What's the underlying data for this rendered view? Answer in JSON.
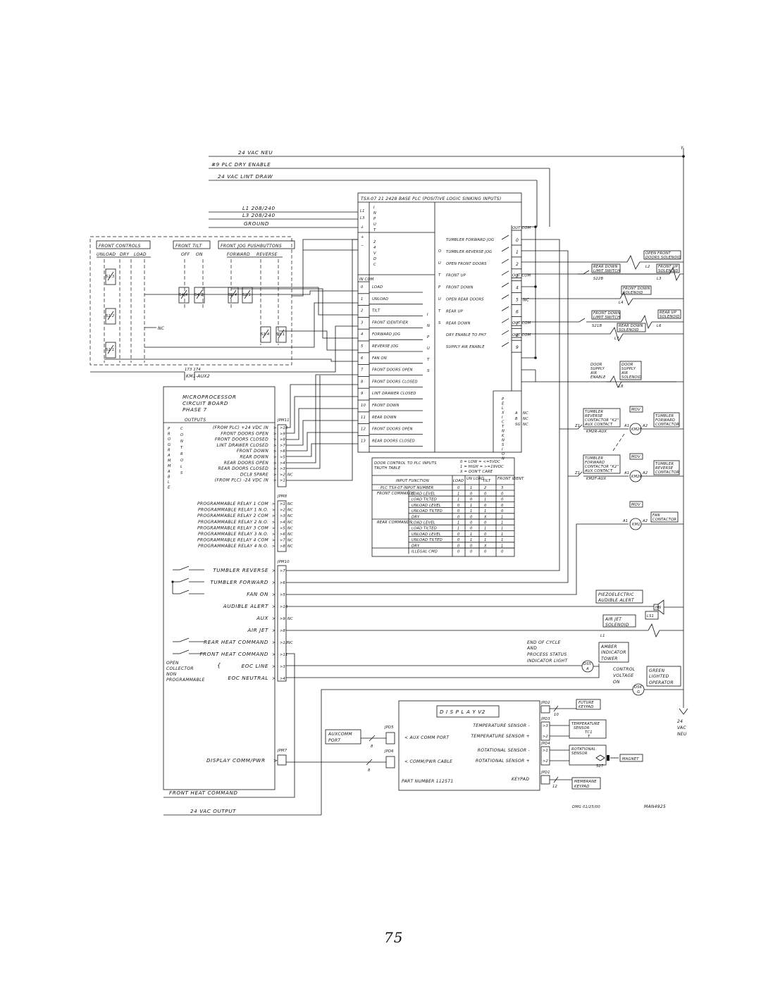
{
  "page_number": "75",
  "bus": {
    "neu": "24 VAC NEU",
    "dry_enable": "#9 PLC DRY ENABLE",
    "lint_draw": "24 VAC LINT DRAW",
    "l1": "L1 208/240",
    "l3": "L3 208/240",
    "ground": "GROUND",
    "right_neu": [
      "24",
      "VAC",
      "NEU"
    ]
  },
  "plc": {
    "title": "TSX-07 21 2428  BASE PLC (POSITIVE LOGIC SINKING INPUTS)",
    "power_pins": [
      "L1",
      "L3",
      "⏚"
    ],
    "power_label": [
      "I",
      "N",
      "P",
      "U",
      "T"
    ],
    "vdc_label": [
      "2",
      "4",
      "V",
      "D",
      "C"
    ],
    "in_com": "IN COM",
    "inputs_label": [
      "I",
      "N",
      "P",
      "U",
      "T",
      "S"
    ],
    "outputs_label": [
      "O",
      "U",
      "T",
      "P",
      "U",
      "T",
      "S"
    ],
    "inputs": [
      {
        "n": "0",
        "label": "LOAD"
      },
      {
        "n": "1",
        "label": "UNLOAD"
      },
      {
        "n": "2",
        "label": "TILT"
      },
      {
        "n": "3",
        "label": "FRONT IDENTIFIER"
      },
      {
        "n": "4",
        "label": "FORWARD JOG"
      },
      {
        "n": "5",
        "label": "REVERSE JOG"
      },
      {
        "n": "6",
        "label": "FAN ON"
      },
      {
        "n": "7",
        "label": "FRONT DOORS OPEN"
      },
      {
        "n": "8",
        "label": "FRONT DOORS CLOSED"
      },
      {
        "n": "9",
        "label": "LINT DRAWER CLOSED"
      },
      {
        "n": "10",
        "label": "FRONT DOWN"
      },
      {
        "n": "11",
        "label": "REAR DOWN"
      },
      {
        "n": "12",
        "label": "FRONT DOORS OPEN"
      },
      {
        "n": "13",
        "label": "REAR DOORS CLOSED"
      }
    ],
    "outputs": [
      {
        "n": "0",
        "label": "TUMBLER FORWARD JOG",
        "com": "OUT COM"
      },
      {
        "n": "1",
        "label": "TUMBLER REVERSE JOG"
      },
      {
        "n": "2",
        "label": "OPEN FRONT DOORS"
      },
      {
        "n": "3",
        "label": "FRONT UP"
      },
      {
        "n": "4",
        "label": "FRONT DOWN",
        "com": "OUT COM"
      },
      {
        "n": "5",
        "label": "OPEN REAR DOORS",
        "nc": "NC"
      },
      {
        "n": "6",
        "label": "REAR UP"
      },
      {
        "n": "7",
        "label": "REAR DOWN"
      },
      {
        "n": "8",
        "label": "DRY ENABLE TO PH7",
        "com": "OUT COM"
      },
      {
        "n": "9",
        "label": "SUPPLY AIR ENABLE",
        "com": "OUT COM"
      }
    ],
    "extension_label": [
      "P",
      "E",
      "L",
      "X",
      "I",
      "C",
      "T",
      "N",
      "K",
      "N",
      "S",
      "I",
      "O",
      "N"
    ],
    "extension_pins": [
      {
        "pin": "A",
        "nc": "NC"
      },
      {
        "pin": "B",
        "nc": "NC"
      },
      {
        "pin": "SG",
        "nc": "NC"
      }
    ]
  },
  "front_controls": {
    "front_controls": "FRONT CONTROLS",
    "front_tilt": "FRONT TILT",
    "jog": "FRONT JOG PUSHBUTTONS",
    "unload": "UNLOAD",
    "dry": "DRY",
    "load": "LOAD",
    "off": "OFF",
    "on": "ON",
    "forward": "FORWARD",
    "reverse": "REVERSE",
    "switches": [
      "S1.3",
      "S1.2",
      "S1.1",
      "S4.4",
      "S4.1",
      "S2.4",
      "S2.1",
      "S3.4",
      "S3.1"
    ],
    "nc": "NC",
    "aux_nums": "173   174",
    "aux": "KM1-AUX2"
  },
  "micro": {
    "title": [
      "MICROPROCESSOR",
      "CIRCUIT BOARD",
      "PHASE 7"
    ],
    "outputs_hdr": "OUTPUTS",
    "side_label": [
      "P",
      "R",
      "O",
      "G",
      "R",
      "A",
      "M",
      "M",
      "A",
      "B",
      "L",
      "E"
    ],
    "side_label2": [
      "C",
      "O",
      "N",
      "T",
      "R",
      "O",
      "L",
      "S"
    ],
    "jpm11": "JPM11",
    "jpm11_rows": [
      {
        "label": "(FROM PLC) +24 VDC IN",
        "pin": "10"
      },
      {
        "label": "FRONT DOORS OPEN",
        "pin": "9"
      },
      {
        "label": "FRONT DOORS CLOSED",
        "pin": "8"
      },
      {
        "label": "LINT DRAWER CLOSED",
        "pin": "7"
      },
      {
        "label": "FRONT DOWN",
        "pin": "6"
      },
      {
        "label": "REAR DOWN",
        "pin": "5"
      },
      {
        "label": "REAR DOORS OPEN",
        "pin": "4"
      },
      {
        "label": "REAR DOORS CLOSED",
        "pin": "3"
      },
      {
        "label": "DCL8 SPARE",
        "pin": "2",
        "nc": "NC"
      },
      {
        "label": "(FROM PLC) -24 VDC IN",
        "pin": "1"
      }
    ],
    "jpm8": "JPM8",
    "jpm8_rows": [
      {
        "label": "PROGRAMMABLE RELAY 1 COM",
        "pin": "1"
      },
      {
        "label": "PROGRAMMABLE RELAY 1 N.O.",
        "pin": "2"
      },
      {
        "label": "PROGRAMMABLE RELAY 2 COM",
        "pin": "3"
      },
      {
        "label": "PROGRAMMABLE RELAY 2 N.O.",
        "pin": "4"
      },
      {
        "label": "PROGRAMMABLE RELAY 3 COM",
        "pin": "5"
      },
      {
        "label": "PROGRAMMABLE RELAY 3 N.O.",
        "pin": "6"
      },
      {
        "label": "PROGRAMMABLE RELAY 4 COM",
        "pin": "7"
      },
      {
        "label": "PROGRAMMABLE RELAY 4 N.O.",
        "pin": "8"
      }
    ],
    "nc": "NC",
    "jpm10": "JPM10",
    "jpm10_rows": [
      {
        "label": "TUMBLER REVERSE",
        "pin": "7"
      },
      {
        "label": "TUMBLER FORWARD",
        "pin": "6"
      },
      {
        "label": "FAN ON",
        "pin": "5"
      },
      {
        "label": "AUDIBLE ALERT",
        "pin": "10"
      },
      {
        "label": "AUX",
        "pin": "9",
        "nc": "NC"
      },
      {
        "label": "AIR JET",
        "pin": "8"
      },
      {
        "label": "REAR HEAT COMMAND",
        "pin": "12",
        "nc": "NC"
      },
      {
        "label": "FRONT HEAT COMMAND",
        "pin": "11"
      },
      {
        "label": "EOC LINE",
        "pin": "3"
      },
      {
        "label": "EOC NEUTRAL",
        "pin": "4"
      }
    ],
    "open_collector": [
      "OPEN",
      "COLLECTOR",
      "NON",
      "PROGRAMMABLE"
    ],
    "jpm7": "JPM7",
    "display_comm": "DISPLAY COMM/PWR",
    "front_heat": "FRONT HEAT COMMAND",
    "vac_output": "24 VAC OUTPUT"
  },
  "truth_table": {
    "title": [
      "DOOR CONTROL TO PLC INPUTS",
      "TRUTH TABLE"
    ],
    "legend": [
      "0 = LOW  = <=5VDC",
      "1 = HIGH = >=19VDC",
      "X = DON'T CARE"
    ],
    "headers": [
      "INPUT FUNCTION",
      "LOAD",
      "UN LOAD",
      "TILT",
      "FRONT IDENT"
    ],
    "plc_row": {
      "label": "PLC TSX-07 INPUT NUMBER",
      "values": [
        "0",
        "1",
        "2",
        "3"
      ]
    },
    "groups": [
      {
        "name": "FRONT COMMANDS",
        "rows": [
          {
            "fn": "LOAD  LEVEL",
            "v": [
              "1",
              "0",
              "0",
              "0"
            ]
          },
          {
            "fn": "LOAD  TILTED",
            "v": [
              "1",
              "0",
              "1",
              "0"
            ]
          },
          {
            "fn": "UNLOAD LEVEL",
            "v": [
              "0",
              "1",
              "0",
              "0"
            ]
          },
          {
            "fn": "UNLOAD TILTED",
            "v": [
              "0",
              "1",
              "1",
              "0"
            ]
          },
          {
            "fn": "DRY",
            "v": [
              "0",
              "0",
              "X",
              "1"
            ]
          }
        ]
      },
      {
        "name": "REAR COMMANDS",
        "rows": [
          {
            "fn": "LOAD  LEVEL",
            "v": [
              "1",
              "0",
              "0",
              "1"
            ]
          },
          {
            "fn": "LOAD  TILTED",
            "v": [
              "1",
              "0",
              "1",
              "1"
            ]
          },
          {
            "fn": "UNLOAD LEVEL",
            "v": [
              "0",
              "1",
              "0",
              "1"
            ]
          },
          {
            "fn": "UNLOAD TILTED",
            "v": [
              "0",
              "1",
              "1",
              "1"
            ]
          },
          {
            "fn": "DRY",
            "v": [
              "0",
              "0",
              "X",
              "1"
            ]
          }
        ]
      }
    ],
    "illegal": {
      "fn": "ILLEGAL CMD",
      "v": [
        "0",
        "0",
        "0",
        "0"
      ]
    }
  },
  "right_side": {
    "open_front": [
      "OPEN FRONT",
      "DOORS SOLENOID"
    ],
    "rear_down_limit": [
      "REAR DOWN",
      "LIMIT SWITCH"
    ],
    "s22b": "S22B",
    "l2": "L2",
    "front_up": [
      "FRONT UP",
      "SOLENOID"
    ],
    "l3": "L3",
    "front_down_sol": [
      "FRONT DOWN",
      "SOLENOID"
    ],
    "l4": "L4",
    "front_down_limit": [
      "FRONT DOWN",
      "LIMIT SWITCH"
    ],
    "s21b": "S21B",
    "rear_up": [
      "REAR UP",
      "SOLENOID"
    ],
    "rear_down_sol": [
      "REAR DOWN",
      "SOLENOID"
    ],
    "l6": "L6",
    "l7": "L7",
    "door_supply_air": [
      "DOOR",
      "SUPPLY",
      "AIR",
      "ENABLE"
    ],
    "door_supply_sol": [
      "DOOR",
      "SUPPLY",
      "AIR",
      "SOLENOID"
    ],
    "l8": "L8",
    "rev_aux": [
      "TUMBLER",
      "REVERSE",
      "CONTACTOR \"K2\"",
      "AUX CONTACT"
    ],
    "km2r_aux": "KM2R-AUX",
    "mov": "MOV",
    "tumbler_fwd_con": [
      "TUMBLER",
      "FORWARD",
      "CONTACTOR"
    ],
    "km2f": "KM2F",
    "fwd_aux": [
      "TUMBLER",
      "FORWARD",
      "CONTACTOR \"K2\"",
      "AUX CONTACT"
    ],
    "km2f_aux": "KM2F-AUX",
    "km2r": "KM2R",
    "tumbler_rev_con": [
      "TUMBLER",
      "REVERSE",
      "CONTACTOR"
    ],
    "a1": "A1",
    "a2": "A2",
    "z1": "Z1",
    "km1": "KM1",
    "fan_contactor": [
      "FAN",
      "CONTACTOR"
    ],
    "piezo": [
      "PIEZOELECTRIC",
      "AUDIBLE ALERT"
    ],
    "hn": "HN",
    "ls1": "LS1",
    "air_jet": [
      "AIR JET",
      "SOLENOID"
    ],
    "l1": "L1",
    "eoc": [
      "END OF CYCLE",
      "AND",
      "PROCESS STATUS",
      "INDICATOR LIGHT"
    ],
    "amber": [
      "AMBER",
      "INDICATOR",
      "TOWER"
    ],
    "ds5": "DS5",
    "ds6": "DS6",
    "a": "A",
    "g": "G",
    "control_voltage": [
      "CONTROL",
      "VOLTAGE",
      "ON"
    ],
    "green_lighted": [
      "GREEN",
      "LIGHTED",
      "OPERATOR"
    ]
  },
  "display": {
    "title": "D I S P L A Y  V2",
    "aux_comm": [
      "AUXCOMM",
      "PORT"
    ],
    "jpd5": "JPD5",
    "jpd6": "JPD6",
    "jpd2": "JPD2",
    "jpd3": "JPD3",
    "jpd4": "JPD4",
    "jpd1": "JPD1",
    "aux_comm_port": "< AUX COMM PORT",
    "comm_pwr_cable": "< COMM/PWR CABLE",
    "rows": [
      "TEMPERATURE SENSOR  -",
      "TEMPERATURE SENSOR  +",
      "ROTATIONAL SENSOR  -",
      "ROTATIONAL SENSOR  +"
    ],
    "pins": [
      "3",
      "2",
      "1",
      "2"
    ],
    "part_number": "PART NUMBER 112571",
    "keypad": "KEYPAD",
    "future_keypad": [
      "FUTURE",
      "KEYPAD"
    ],
    "temp_sensor": [
      "TEMPERATURE",
      "SENSOR"
    ],
    "tc1": "TC1",
    "t": "T",
    "rot_sensor": [
      "ROTATIONAL",
      "SENSOR"
    ],
    "s27": "S27",
    "magnet": "MAGNET",
    "membrane_keypad": [
      "MEMBRANE",
      "KEYPAD"
    ],
    "wire_counts": [
      "8",
      "8",
      "10",
      "12"
    ]
  },
  "footer": {
    "dmg": "DMG 01/25/00",
    "man": "MAN4925"
  }
}
